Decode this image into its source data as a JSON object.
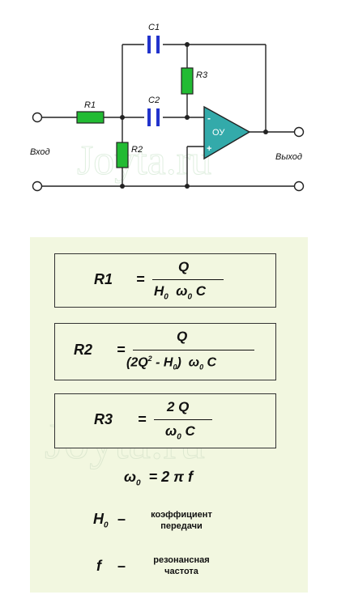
{
  "watermark": "Joyta.ru",
  "schematic": {
    "components": {
      "r1": "R1",
      "r2": "R2",
      "r3": "R3",
      "c1": "C1",
      "c2": "C2",
      "opamp": "ОУ",
      "opamp_minus": "-",
      "opamp_plus": "+"
    },
    "ports": {
      "input": "Вход",
      "output": "Выход"
    },
    "colors": {
      "resistor": "#22bb33",
      "capacitor": "#2233cc",
      "opamp": "#33aaaa",
      "wire": "#222222"
    }
  },
  "formulas": {
    "r1": {
      "lhs": "R1",
      "eq": "=",
      "num": "Q",
      "den_h": "H",
      "den_h_sub": "0",
      "den_w": "ω",
      "den_w_sub": "0",
      "den_c": "C"
    },
    "r2": {
      "lhs": "R2",
      "eq": "=",
      "num": "Q",
      "den_open": "(2Q",
      "den_sup": "2",
      "den_mid": " - H",
      "den_h_sub": "0",
      "den_close": ")",
      "den_w": "ω",
      "den_w_sub": "0",
      "den_c": "C"
    },
    "r3": {
      "lhs": "R3",
      "eq": "=",
      "num": "2 Q",
      "den_w": "ω",
      "den_w_sub": "0",
      "den_c": "C"
    },
    "omega": {
      "w": "ω",
      "w_sub": "0",
      "rhs": "=  2 π f"
    },
    "h0": {
      "sym": "H",
      "sub": "0",
      "dash": "–",
      "desc_line1": "коэффициент",
      "desc_line2": "передачи"
    },
    "f": {
      "sym": "f",
      "dash": "–",
      "desc_line1": "резонансная",
      "desc_line2": "частота"
    }
  }
}
